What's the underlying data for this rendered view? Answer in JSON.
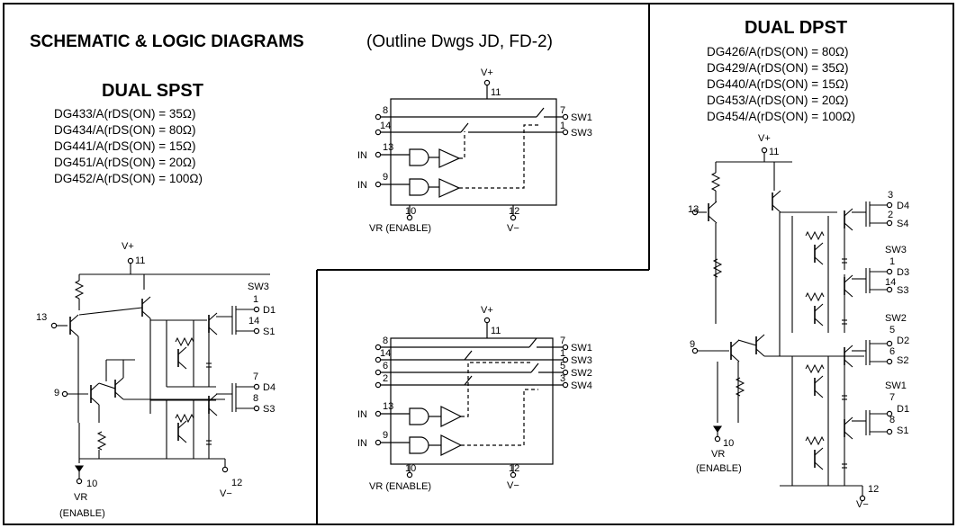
{
  "title": {
    "bold": "SCHEMATIC & LOGIC DIAGRAMS",
    "normal": "(Outline Dwgs JD, FD-2)"
  },
  "spst": {
    "heading": "DUAL SPST",
    "parts": [
      "DG433/A(rDS(ON) = 35Ω)",
      "DG434/A(rDS(ON) = 80Ω)",
      "DG441/A(rDS(ON) = 15Ω)",
      "DG451/A(rDS(ON) = 20Ω)",
      "DG452/A(rDS(ON) = 100Ω)"
    ]
  },
  "dpst": {
    "heading": "DUAL DPST",
    "parts": [
      "DG426/A(rDS(ON) = 80Ω)",
      "DG429/A(rDS(ON) = 35Ω)",
      "DG440/A(rDS(ON) = 15Ω)",
      "DG453/A(rDS(ON) = 20Ω)",
      "DG454/A(rDS(ON) = 100Ω)"
    ]
  },
  "labels": {
    "vplus": "V+",
    "vminus": "V−",
    "vr": "VR",
    "enable": "(ENABLE)",
    "vr_enable": "VR (ENABLE)",
    "in": "IN",
    "sw1": "SW1",
    "sw2": "SW2",
    "sw3": "SW3",
    "sw4": "SW4",
    "d1": "D1",
    "d2": "D2",
    "d3": "D3",
    "d4": "D4",
    "s1": "S1",
    "s2": "S2",
    "s3": "S3",
    "s4": "S4"
  },
  "pins": {
    "p1": "1",
    "p2": "2",
    "p3": "3",
    "p5": "5",
    "p6": "6",
    "p7": "7",
    "p8": "8",
    "p9": "9",
    "p10": "10",
    "p11": "11",
    "p12": "12",
    "p13": "13",
    "p14": "14"
  }
}
